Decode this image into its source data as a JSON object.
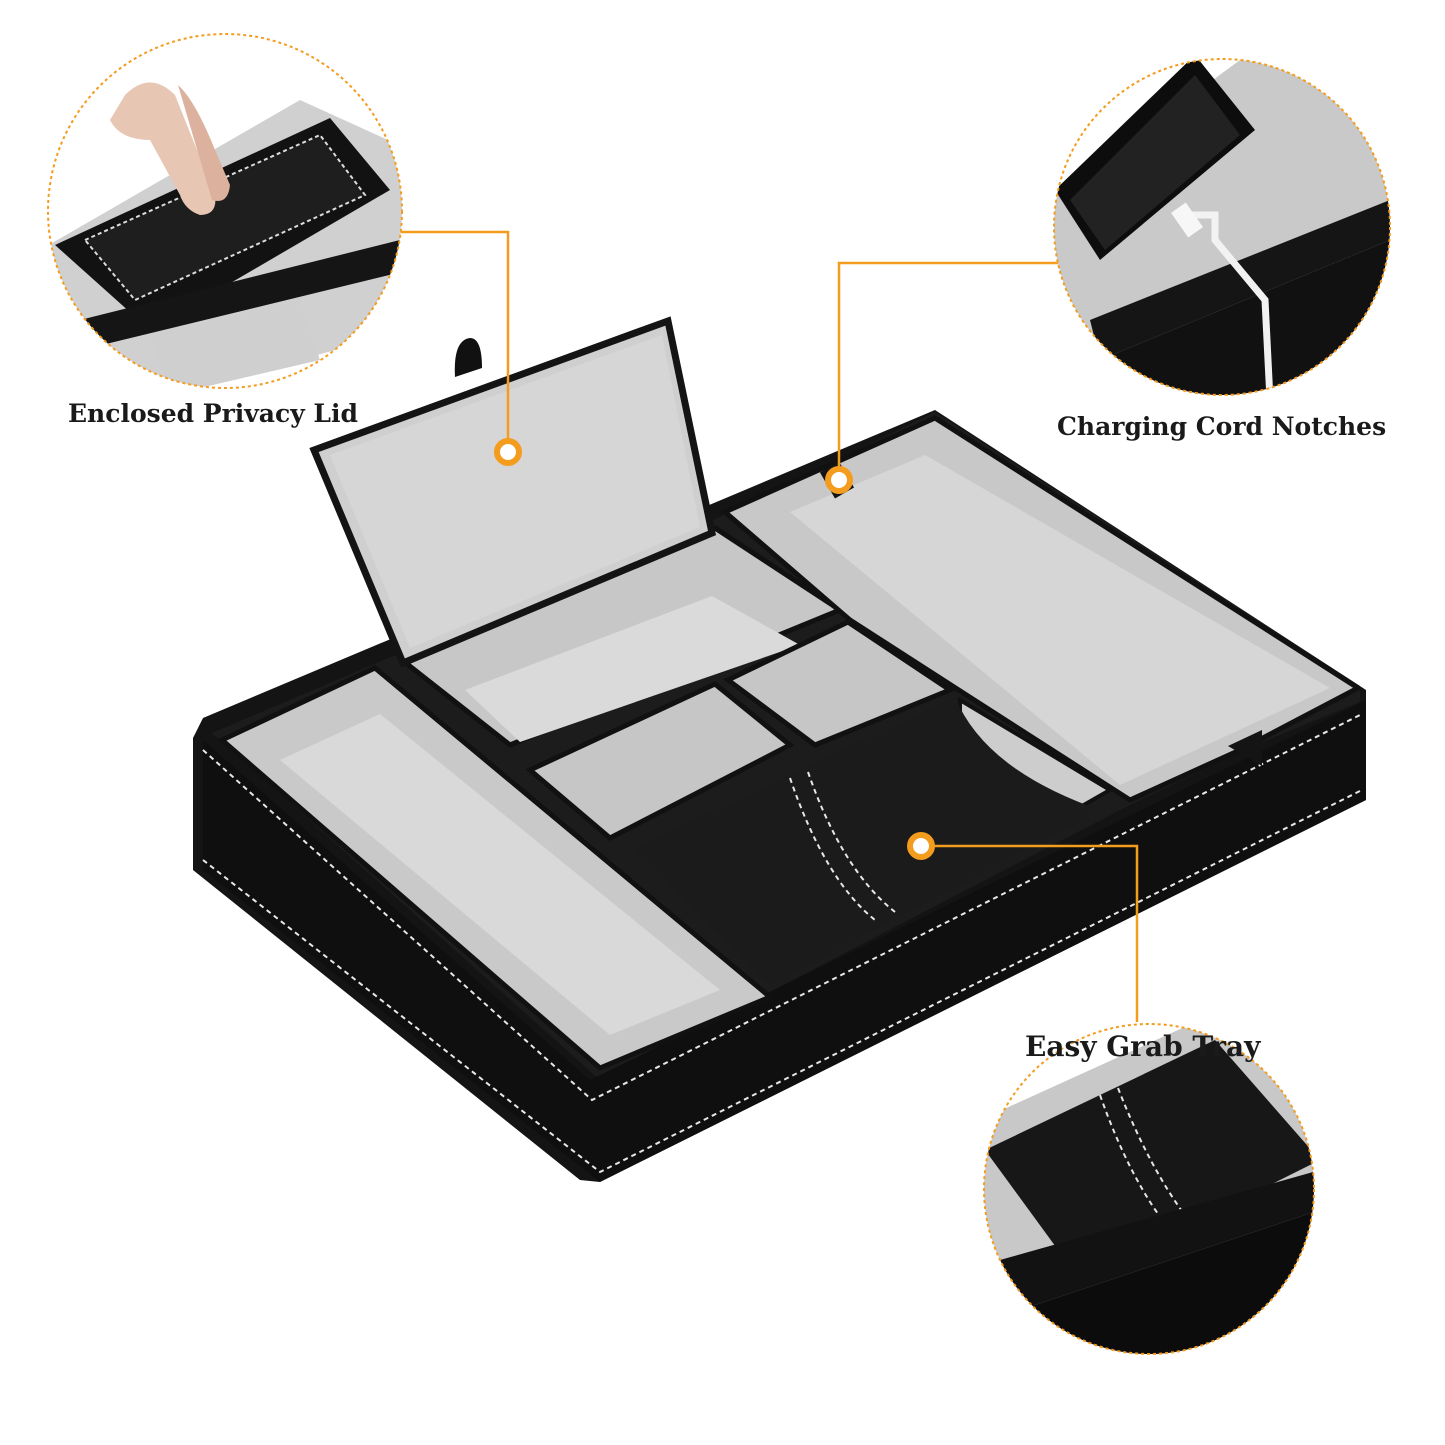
{
  "callouts": {
    "lid": {
      "label": "Enclosed Privacy Lid"
    },
    "notch": {
      "label": "Charging Cord Notches"
    },
    "tray": {
      "label": "Easy Grab Tray"
    }
  },
  "colors": {
    "accent": "#f39c1e",
    "leather": "#151515",
    "felt": "#cfcfcf",
    "stitch": "#e8e8e8"
  }
}
